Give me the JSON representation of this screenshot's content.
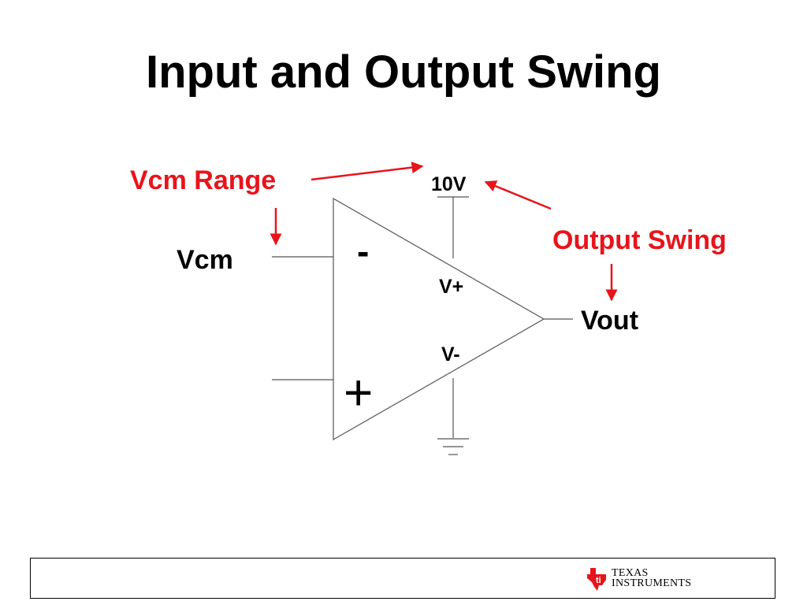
{
  "slide": {
    "title": "Input and Output Swing"
  },
  "diagram": {
    "labels": {
      "vcm_range": "Vcm Range",
      "supply_voltage": "10V",
      "output_swing": "Output Swing",
      "vcm": "Vcm",
      "inverting_sign": "-",
      "non_inverting_sign": "+",
      "v_plus": "V+",
      "v_minus": "V-",
      "vout": "Vout"
    },
    "colors": {
      "annotation": "#e8141b",
      "line": "#555555",
      "text": "#000000"
    }
  },
  "footer": {
    "logo": {
      "line1": "Texas",
      "line2": "Instruments"
    },
    "logo_color": "#e8141b"
  }
}
